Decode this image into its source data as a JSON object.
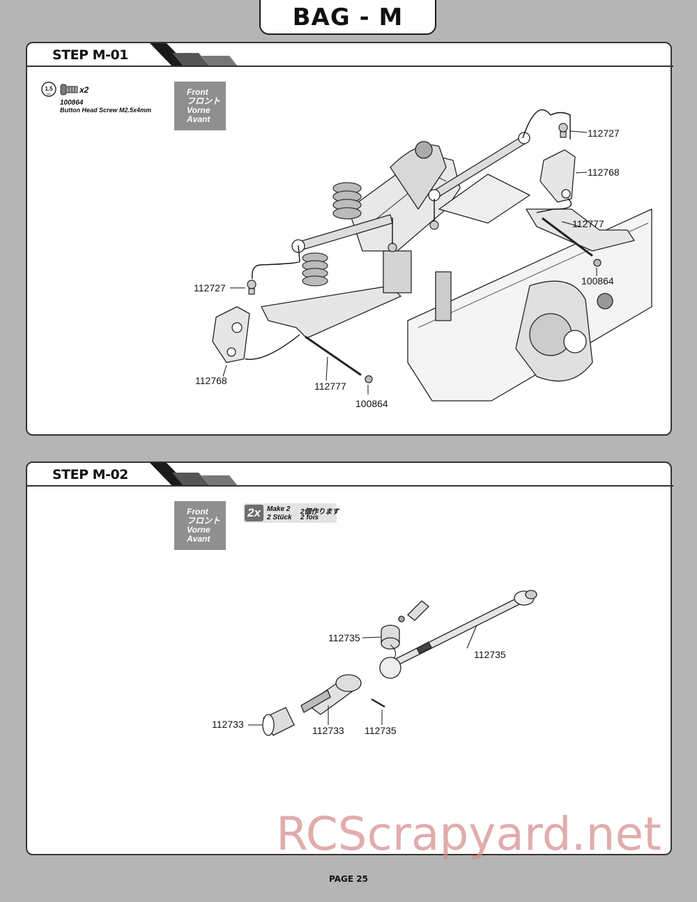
{
  "bag_title": "BAG - M",
  "page_label": "PAGE 25",
  "watermark": "RCScrapyard.net",
  "front": [
    "Front",
    "フロント",
    "Vorne",
    "Avant"
  ],
  "step1": {
    "title": "STEP M-01",
    "hardware": {
      "tool_size": "1.5",
      "tool_unit": "mm",
      "qty": "x2",
      "part_no": "100864",
      "name": "Button Head Screw M2.5x4mm"
    },
    "labels": {
      "upper_ball": "112727",
      "upper_hub": "112768",
      "upper_pin": "112777",
      "upper_screw": "100864",
      "lower_ball": "112727",
      "lower_hub": "112768",
      "lower_pin": "112777",
      "lower_screw": "100864"
    }
  },
  "step2": {
    "title": "STEP M-02",
    "make": {
      "badge": "2x",
      "en": "Make 2",
      "jp": "2個作ります",
      "de": "2 Stück",
      "fr": "2 fois"
    },
    "labels": {
      "coupler": "112735",
      "shaft": "112735",
      "cup_left": "112733",
      "outdrive": "112733",
      "pin": "112735"
    }
  }
}
